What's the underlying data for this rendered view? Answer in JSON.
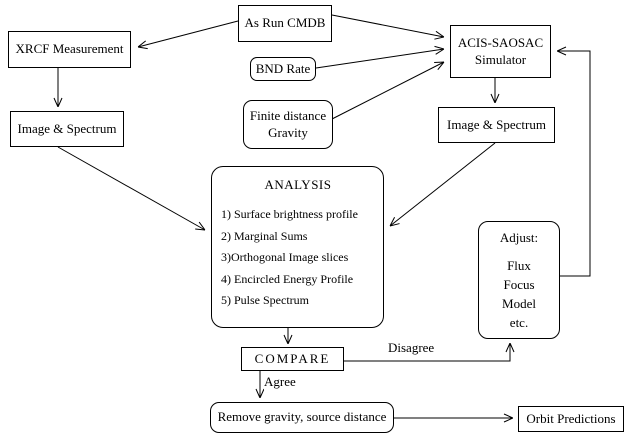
{
  "diagram": {
    "boxes": {
      "xrcf": {
        "label": "XRCF Measurement"
      },
      "as_run_cmdb": {
        "label": "As Run CMDB"
      },
      "acis": {
        "line1": "ACIS-SAOSAC",
        "line2": "Simulator"
      },
      "bnd_rate": {
        "label": "BND Rate"
      },
      "finite_distance": {
        "line1": "Finite distance",
        "line2": "Gravity"
      },
      "image_spectrum_left": {
        "label": "Image & Spectrum"
      },
      "image_spectrum_right": {
        "label": "Image & Spectrum"
      },
      "analysis": {
        "title": "ANALYSIS",
        "items": [
          "1) Surface brightness profile",
          "2) Marginal Sums",
          "3)Orthogonal Image slices",
          "4) Encircled Energy Profile",
          "5) Pulse Spectrum"
        ]
      },
      "adjust": {
        "title": "Adjust:",
        "items": [
          "Flux",
          "Focus",
          "Model",
          "etc."
        ]
      },
      "compare": {
        "label": "COMPARE"
      },
      "remove_gravity": {
        "label": "Remove gravity, source distance"
      },
      "orbit_predictions": {
        "label": "Orbit Predictions"
      }
    },
    "edge_labels": {
      "disagree": "Disagree",
      "agree": "Agree"
    },
    "colors": {
      "background": "#ffffff",
      "line": "#000000",
      "text": "#000000"
    }
  }
}
